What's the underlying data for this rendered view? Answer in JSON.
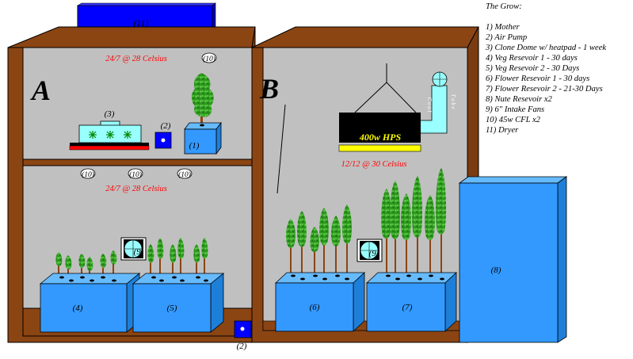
{
  "legend": {
    "title": "The Grow:",
    "items": [
      "1) Mother",
      "2) Air Pump",
      "3) Clone Dome w/ heatpad - 1 week",
      "4) Veg Resevoir 1 - 30 days",
      "5) Veg Resevoir 2 - 30 Days",
      "6) Flower Resevoir 1 - 30 days",
      "7) Flower Resevoir 2 - 21-30 Days",
      "8) Nute Resevoir x2",
      "9) 6\" Intake Fans",
      "10) 45w CFL x2",
      "11) Dryer"
    ]
  },
  "cabinet_a": {
    "letter": "A",
    "top_condition": "24/7 @ 28 Celsius",
    "bottom_condition": "24/7 @ 28 Celsius"
  },
  "cabinet_b": {
    "letter": "B",
    "condition": "12/12 @ 30 Celsius",
    "light_label": "400w HPS",
    "duct_text_left": "C o o l",
    "duct_text_right": "T u b e"
  },
  "markers": {
    "dryer": "(11)",
    "mother": "(1)",
    "air_pump": "(2)",
    "clone_dome": "(3)",
    "veg_res_1": "(4)",
    "veg_res_2": "(5)",
    "flower_res_1": "(6)",
    "flower_res_2": "(7)",
    "nute_res": "(8)",
    "fan": "(9)",
    "cfl": "(10)"
  },
  "colors": {
    "wood": "#8B4513",
    "interior": "#C0C0C0",
    "blue": "#3399FF",
    "dark_blue": "#0000FF",
    "red_text": "#FF0000",
    "plant_green": "#33AA22",
    "hps": "#000000",
    "hps_text": "#FFFF00",
    "light_bar": "#FFFF00",
    "duct": "#99FFFF"
  }
}
